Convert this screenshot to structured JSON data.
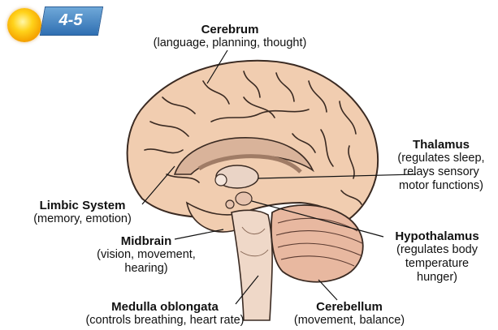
{
  "figure": {
    "badge": "4-5",
    "colors": {
      "brain_fill": "#f1cdb0",
      "brain_stroke": "#3a2a22",
      "badge_blue": "#3b7bbf",
      "sun_yellow": "#ffcc1a"
    }
  },
  "labels": {
    "cerebrum": {
      "title": "Cerebrum",
      "desc": "(language, planning, thought)"
    },
    "thalamus": {
      "title": "Thalamus",
      "line1": "(regulates sleep,",
      "line2": "relays sensory",
      "line3": "motor functions)"
    },
    "limbic": {
      "title": "Limbic System",
      "desc": "(memory, emotion)"
    },
    "midbrain": {
      "title": "Midbrain",
      "line1": "(vision, movement,",
      "line2": "hearing)"
    },
    "hypothalamus": {
      "title": "Hypothalamus",
      "line1": "(regulates body",
      "line2": "temperature",
      "line3": "hunger)"
    },
    "medulla": {
      "title": "Medulla oblongata",
      "desc": "(controls breathing, heart rate)"
    },
    "cerebellum": {
      "title": "Cerebellum",
      "desc": "(movement, balance)"
    }
  }
}
